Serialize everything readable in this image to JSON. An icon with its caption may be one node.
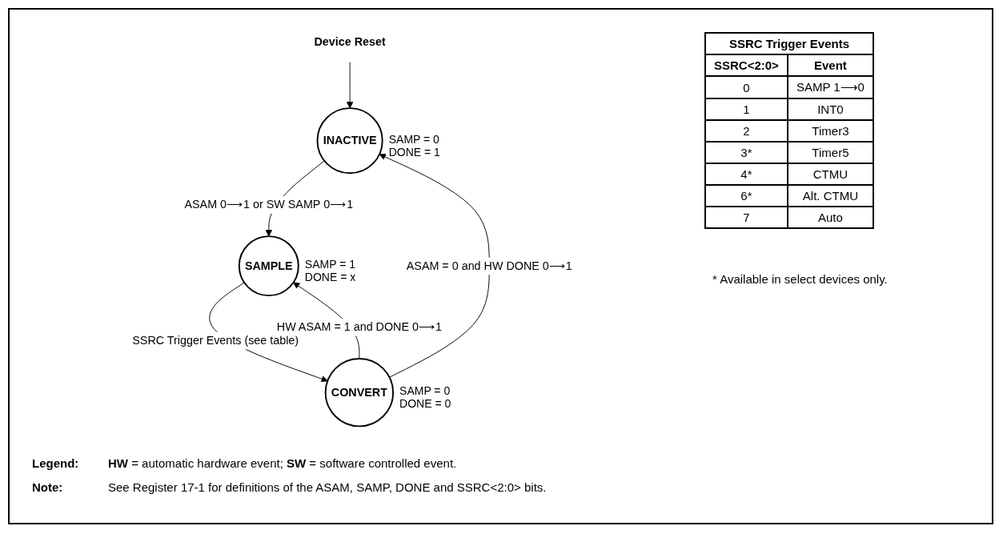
{
  "diagram": {
    "nodes": [
      {
        "text": [
          "Device Reset"
        ]
      },
      {
        "text": [
          "INACTIVE"
        ],
        "beside": [
          "SAMP = 0 DONE = 1"
        ]
      },
      {
        "text": [
          "SAMPLE"
        ],
        "beside": [
          "SAMP = 1 DONE = x"
        ]
      },
      {
        "text": [
          "CONVERT"
        ],
        "beside": [
          "SAMP = 0 DONE = 0"
        ]
      }
    ],
    "edges": [
      {
        "from": 0,
        "to": 1,
        "arrow": "to"
      },
      {
        "from": 1,
        "to": 2,
        "arrow": "to",
        "label": "ASAM 0⟶1 or SW SAMP 0⟶1"
      },
      {
        "from": 2,
        "to": 3,
        "arrow": "to",
        "label": "SSRC Trigger Events (see table)"
      },
      {
        "from": 3,
        "to": 2,
        "arrow": "to",
        "label": "HW ASAM = 1 and DONE 0⟶1"
      },
      {
        "from": 3,
        "to": 1,
        "arrow": "to",
        "label": "ASAM = 0 and HW DONE 0⟶1"
      }
    ],
    "labels": [
      "SSRC Trigger Events",
      "SSRC<2:0>",
      "Event",
      "0",
      "SAMP 1⟶0",
      "1",
      "INT0",
      "2",
      "Timer3",
      "3*",
      "Timer5",
      "4*",
      "CTMU",
      "6*",
      "Alt. CTMU",
      "7",
      "Auto",
      "* Available in select devices only.",
      "Legend:",
      "**HW** = automatic hardware event; **SW** = software controlled event.",
      "Note:",
      "See Register 17-1 for definitions of the ASAM, SAMP, DONE and SSRC<2:0> bits."
    ]
  }
}
